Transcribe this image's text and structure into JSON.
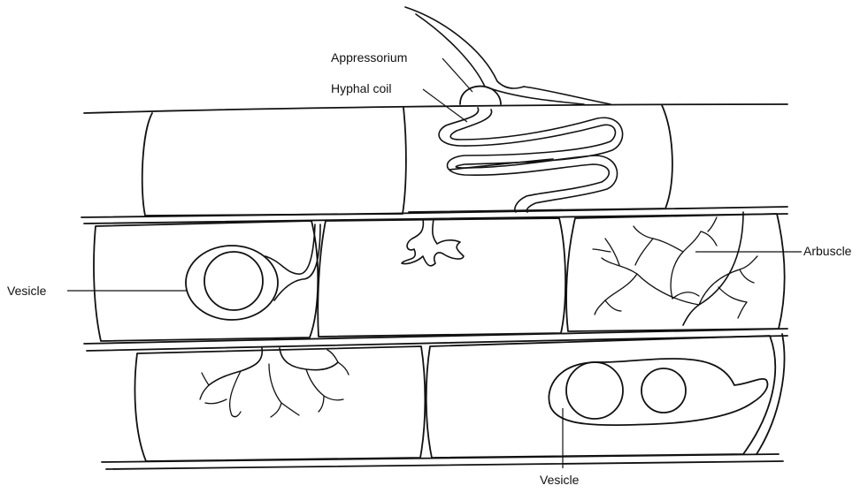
{
  "labels": {
    "appressorium": "Appressorium",
    "hyphal_coil": "Hyphal coil",
    "arbuscule": "Arbuscle",
    "vesicle_left": "Vesicle",
    "vesicle_bottom": "Vesicle"
  },
  "colors": {
    "ink": "#111111",
    "background": "#ffffff"
  }
}
